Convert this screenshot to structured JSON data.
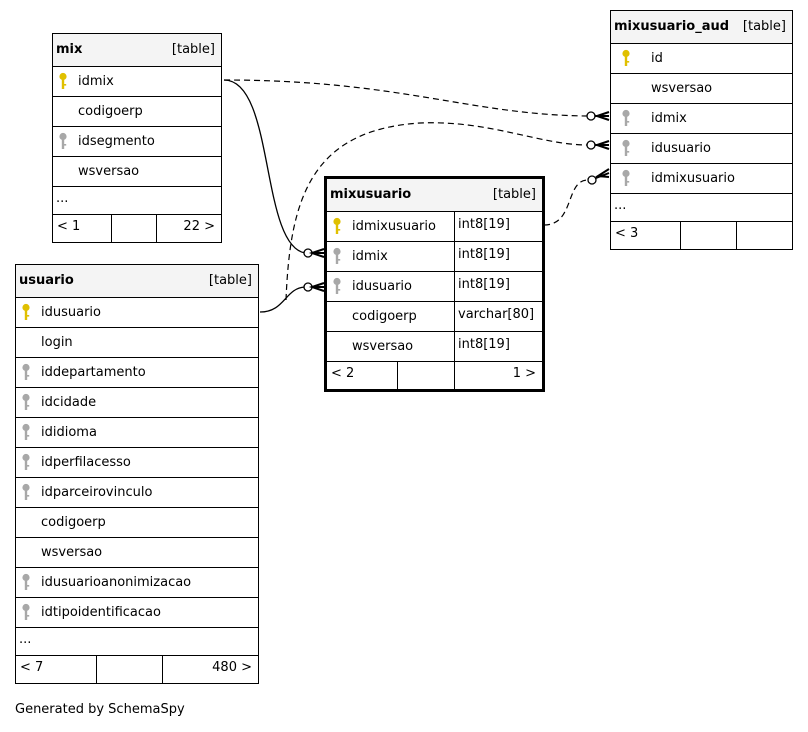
{
  "tables": {
    "mix": {
      "name": "mix",
      "type": "[table]",
      "columns": [
        {
          "name": "idmix",
          "key": "primary"
        },
        {
          "name": "codigoerp",
          "key": "none"
        },
        {
          "name": "idsegmento",
          "key": "foreign"
        },
        {
          "name": "wsversao",
          "key": "none"
        }
      ],
      "more": "...",
      "footer": {
        "left": "< 1",
        "right": "22 >"
      }
    },
    "usuario": {
      "name": "usuario",
      "type": "[table]",
      "columns": [
        {
          "name": "idusuario",
          "key": "primary"
        },
        {
          "name": "login",
          "key": "none"
        },
        {
          "name": "iddepartamento",
          "key": "foreign"
        },
        {
          "name": "idcidade",
          "key": "foreign"
        },
        {
          "name": "ididioma",
          "key": "foreign"
        },
        {
          "name": "idperfilacesso",
          "key": "foreign"
        },
        {
          "name": "idparceirovinculo",
          "key": "foreign"
        },
        {
          "name": "codigoerp",
          "key": "none"
        },
        {
          "name": "wsversao",
          "key": "none"
        },
        {
          "name": "idusuarioanonimizacao",
          "key": "foreign"
        },
        {
          "name": "idtipoidentificacao",
          "key": "foreign"
        }
      ],
      "more": "...",
      "footer": {
        "left": "< 7",
        "right": "480 >"
      }
    },
    "mixusuario": {
      "name": "mixusuario",
      "type": "[table]",
      "columns": [
        {
          "name": "idmixusuario",
          "key": "primary",
          "datatype": "int8[19]"
        },
        {
          "name": "idmix",
          "key": "foreign",
          "datatype": "int8[19]"
        },
        {
          "name": "idusuario",
          "key": "foreign",
          "datatype": "int8[19]"
        },
        {
          "name": "codigoerp",
          "key": "none",
          "datatype": "varchar[80]"
        },
        {
          "name": "wsversao",
          "key": "none",
          "datatype": "int8[19]"
        }
      ],
      "footer": {
        "left": "< 2",
        "right": "1 >"
      }
    },
    "mixusuario_aud": {
      "name": "mixusuario_aud",
      "type": "[table]",
      "columns": [
        {
          "name": "id",
          "key": "primary"
        },
        {
          "name": "wsversao",
          "key": "none"
        },
        {
          "name": "idmix",
          "key": "foreign"
        },
        {
          "name": "idusuario",
          "key": "foreign"
        },
        {
          "name": "idmixusuario",
          "key": "foreign"
        }
      ],
      "more": "...",
      "footer": {
        "left": "< 3",
        "right": ""
      }
    }
  },
  "key_colors": {
    "primary": "#e0c000",
    "foreign": "#a8a8a8"
  },
  "relationships": [
    {
      "from": "mix.idmix",
      "to": "mixusuario.idmix",
      "style": "solid"
    },
    {
      "from": "usuario.idusuario",
      "to": "mixusuario.idusuario",
      "style": "solid"
    },
    {
      "from": "mix.idmix",
      "to": "mixusuario_aud.idmix",
      "style": "dashed"
    },
    {
      "from": "usuario.idusuario",
      "to": "mixusuario_aud.idusuario",
      "style": "dashed"
    },
    {
      "from": "mixusuario.idmixusuario",
      "to": "mixusuario_aud.idmixusuario",
      "style": "dashed"
    }
  ],
  "footer_note": "Generated by SchemaSpy"
}
